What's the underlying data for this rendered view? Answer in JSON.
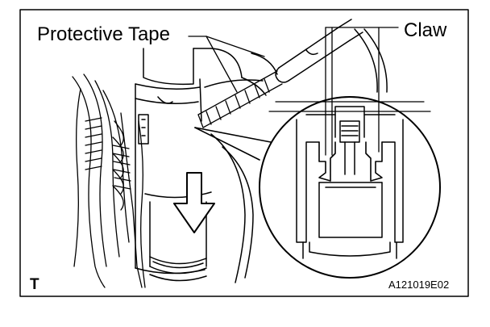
{
  "labels": {
    "protective_tape": "Protective Tape",
    "claw": "Claw",
    "view_marker": "T",
    "figure_code": "A121019E02"
  },
  "icons": {
    "removal_direction": "down-arrow-icon"
  },
  "colors": {
    "line": "#000000",
    "background": "#ffffff"
  }
}
